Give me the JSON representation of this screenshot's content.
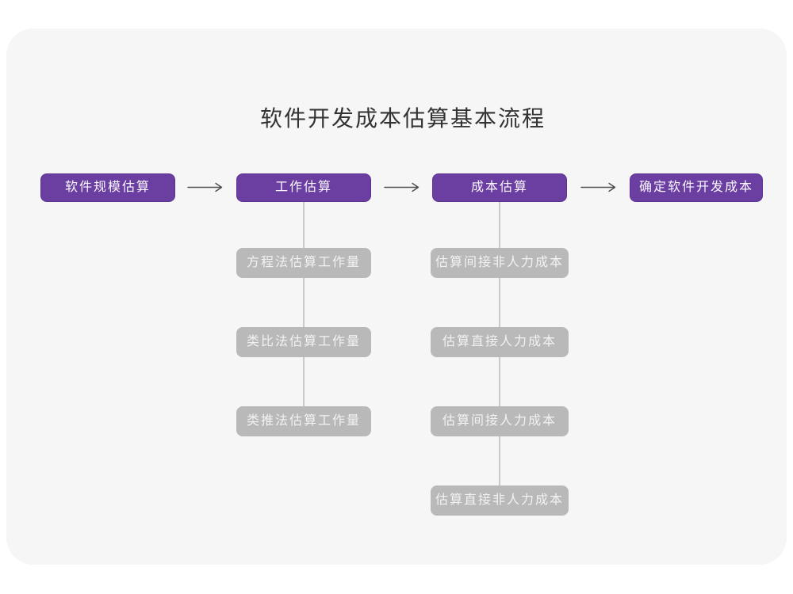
{
  "title": "软件开发成本估算基本流程",
  "colors": {
    "page_bg": "#ffffff",
    "card_bg": "#f6f6f7",
    "stage_bg": "#6b3ea1",
    "stage_border": "#5c3390",
    "stage_text": "#faf8fd",
    "substep_bg": "#b9b9b9",
    "substep_text": "#f2f2f2",
    "connector": "#c9c9c9",
    "arrow": "#4d4d4d",
    "title_text": "#333333"
  },
  "flow": {
    "stages": [
      {
        "label": "软件规模估算",
        "substeps": []
      },
      {
        "label": "工作估算",
        "substeps": [
          "方程法估算工作量",
          "类比法估算工作量",
          "类推法估算工作量"
        ]
      },
      {
        "label": "成本估算",
        "substeps": [
          "估算间接非人力成本",
          "估算直接人力成本",
          "估算间接人力成本",
          "估算直接非人力成本"
        ]
      },
      {
        "label": "确定软件开发成本",
        "substeps": []
      }
    ]
  }
}
